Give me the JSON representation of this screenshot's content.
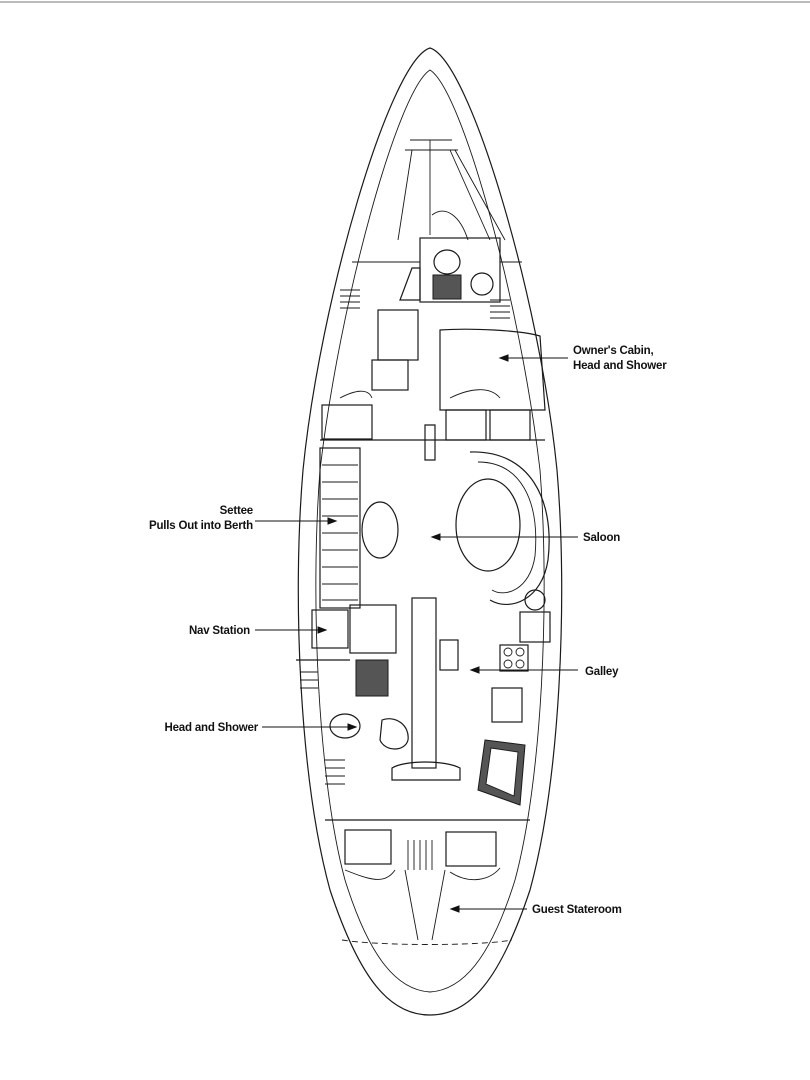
{
  "labels": {
    "owners_cabin_line1": "Owner's Cabin,",
    "owners_cabin_line2": "Head and Shower",
    "settee_line1": "Settee",
    "settee_line2": "Pulls Out into Berth",
    "saloon": "Saloon",
    "nav_station": "Nav Station",
    "galley": "Galley",
    "head_and_shower": "Head and Shower",
    "guest_stateroom": "Guest Stateroom"
  }
}
